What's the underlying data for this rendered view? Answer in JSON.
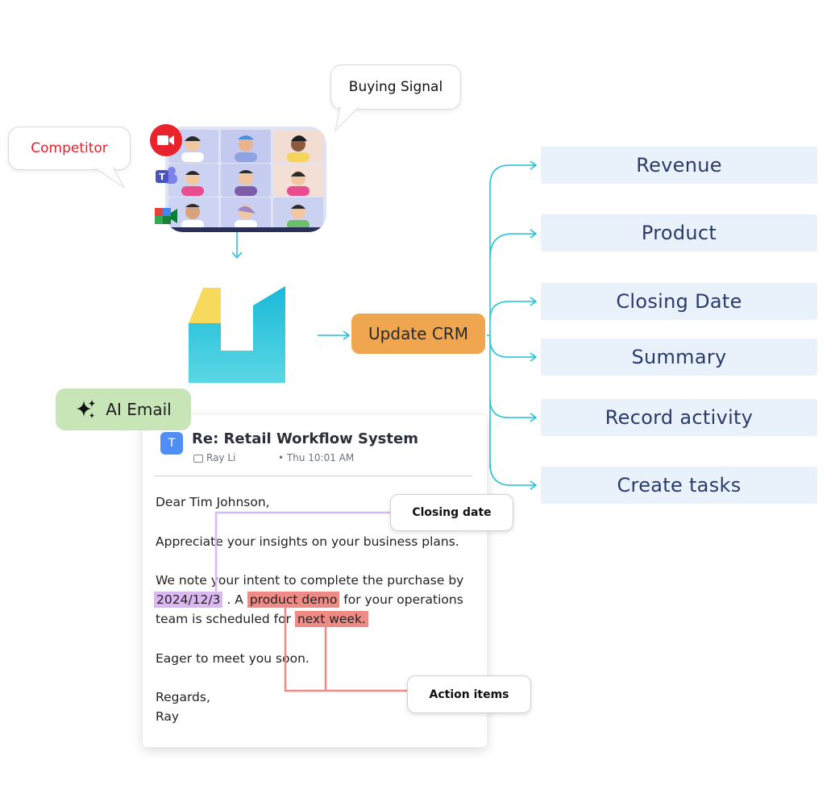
{
  "bubbles": {
    "buying_signal": "Buying Signal",
    "competitor": "Competitor"
  },
  "update_crm": "Update CRM",
  "crm_fields": [
    "Revenue",
    "Product",
    "Closing Date",
    "Summary",
    "Record activity",
    "Create tasks"
  ],
  "ai_email": "AI Email",
  "email": {
    "avatar_letter": "T",
    "subject": "Re: Retail Workflow System",
    "sender": "Ray Li",
    "time": "Thu 10:01 AM",
    "greeting": "Dear Tim Johnson,",
    "line1": "Appreciate your insights on your business plans.",
    "line2": "We note your intent to complete the purchase by",
    "date_hl": "2024/12/3",
    "line3_mid": ". A",
    "product_hl": "product demo",
    "line3_end": "for your operations",
    "line4_start": "team is scheduled for",
    "week_hl": "next week.",
    "line5": "Eager to meet you soon.",
    "sign1": "Regards,",
    "sign2": "Ray"
  },
  "tags": {
    "closing_date": "Closing date",
    "action_items": "Action items"
  },
  "colors": {
    "accent_cyan": "#1fc0d8",
    "update_orange": "#f0a64e",
    "ai_green": "#c8e5b8",
    "date_purple": "#dcb8f2",
    "action_red": "#f08a85",
    "field_bg": "#e9f2fb"
  },
  "icons": [
    "zoom-icon",
    "teams-icon",
    "meet-icon",
    "sparkle-icon",
    "comment-icon"
  ]
}
